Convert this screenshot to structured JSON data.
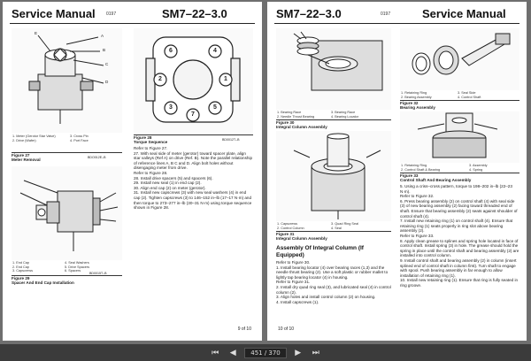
{
  "left_page": {
    "title": "Service Manual",
    "code": "0197",
    "model": "SM7–22–3.0",
    "fig27": {
      "label": "Figure 27",
      "title": "Meter Removal",
      "ref": "BDO012E–B",
      "legend": [
        "1. Meter (Gerotor Star Valve)",
        "2. Drive (Wafer)",
        "3. Cross Pin",
        "4. Port Face"
      ],
      "callouts": [
        "A",
        "B",
        "C",
        "D",
        "E"
      ]
    },
    "fig28": {
      "label": "Figure 28",
      "title": "Torque Sequence",
      "ref": "BD0012T–B",
      "bolts": [
        "6",
        "4",
        "2",
        "1",
        "3",
        "5",
        "7"
      ]
    },
    "fig29": {
      "label": "Figure 29",
      "title": "Spacer And End Cap Installation",
      "ref": "BD0015T–B",
      "legend": [
        "1. End Cap",
        "2. End Cap",
        "3. Capscrews",
        "4. Seal Washers",
        "5. Drive Spacers",
        "6. Spacers"
      ]
    },
    "text": [
      "Refer to Figure 27.",
      "27.  With seal side of meter (gerotor) toward spacer plate, align star valleys (Ref A) on drive (Ref. B). Note the parallel relationship of reference lines A, B C and D. Align bolt holes without disengaging meter from drive.",
      "Refer to Figure 28.",
      "28.  Install drive spacers (5) and spacers (6).",
      "29.  Install new seal (1) in end cap (2).",
      "30.  Align end cap (2) on meter (gerotor).",
      "31.  Install new capscrews (3) with new seal washers (4) in end cap (2). Tighten capscrews (3) to 146–152 in–lb (17–17 N·m) and then torque to 273–277 in–lb (30–31 N·m) using torque sequence shown in Figure 28."
    ],
    "page_num": "9 of 10"
  },
  "right_page": {
    "title": "Service Manual",
    "code": "0197",
    "model": "SM7–22–3.0",
    "fig30": {
      "label": "Figure 30",
      "title": "Integral Column Assembly",
      "legend": [
        "1. Bearing Race",
        "2. Needle Thrust Bearing",
        "3. Bearing Race",
        "4. Bearing Locator"
      ]
    },
    "fig31": {
      "label": "Figure 31",
      "title": "Integral Column Assembly",
      "legend": [
        "1. Capscrews",
        "2. Control Column",
        "3. Quad Ring Seal",
        "4. Seal"
      ]
    },
    "fig32": {
      "label": "Figure 32",
      "title": "Bearing Assembly",
      "legend": [
        "1. Retaining Ring",
        "2. Bearing Assembly",
        "3. Seal Side",
        "4. Control Shaft"
      ]
    },
    "fig33": {
      "label": "Figure 33",
      "title": "Control Shaft And Bearing Assembly",
      "legend": [
        "1. Retaining Ring",
        "2. Control Shaft & Bearing",
        "3. Assembly",
        "4. Spring"
      ]
    },
    "section_title": "Assembly Of Integral Column (If Equipped)",
    "left_text": [
      "Refer to Figure 30.",
      "1.  Install bearing locator (4) over bearing races (1,3) and the needle thrust bearing (2). Use a soft plastic or rubber mallet to lightly tap bearing locator (4) in housing.",
      "Refer to Figure 31.",
      "2.  Install dry quad ring seal (3), and lubricated seal (4) in control column (2).",
      "3.  Align holes and install control column (2) on housing.",
      "4.  Install capscrews (1)."
    ],
    "right_text": [
      "5.  Using a criss–cross pattern, torque to 198–202 in–lb (22–23 N·m).",
      "Refer to Figure 32.",
      "6.  Press bearing assembly (2) on control shaft (4) with seal side (3) of new bearing assembly (2) facing toward threaded end of shaft. Ensure that bearing assembly (2) seats against shoulder of control shaft (4).",
      "7.  Install new retaining ring (1) on control shaft (4). Ensure that retaining ring (1) seats properly in ring slot above bearing assembly (2).",
      "Refer to Figure 33.",
      "8.  Apply clean grease to splines and spring hole located in face of control shaft. Install spring (3) in hole. The grease should hold the spring in place until the control shaft and bearing assembly (2) are installed into control column.",
      "9.  Install control shaft and bearing assembly (2) in column (insert splined end of control shaft in column first). Turn shaft to engage with spool. Push bearing assembly in far enough to allow installation of retaining ring (1).",
      "10. Install new retaining ring (1). Ensure that ring is fully seated in ring groove."
    ],
    "page_num": "10 of 10"
  },
  "viewer": {
    "page_indicator": "451 / 370",
    "colors": {
      "background": "#6f6f6f",
      "toolbar": "#3b3b3b"
    }
  }
}
